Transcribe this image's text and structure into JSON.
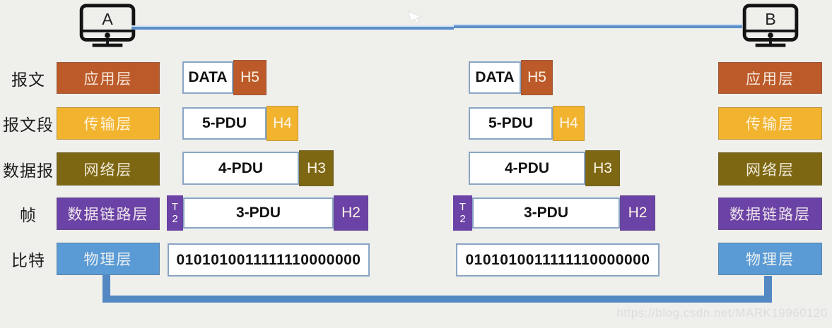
{
  "hosts": {
    "a_label": "A",
    "b_label": "B"
  },
  "row_labels": {
    "message": "报文",
    "segment": "报文段",
    "datagram": "数据报",
    "frame": "帧",
    "bit": "比特"
  },
  "layers": {
    "application": {
      "name": "应用层",
      "color": "#bc5a2a"
    },
    "transport": {
      "name": "传输层",
      "color": "#f2b42f"
    },
    "network": {
      "name": "网络层",
      "color": "#7d6712"
    },
    "datalink": {
      "name": "数据链路层",
      "color": "#6b42a5"
    },
    "physical": {
      "name": "物理层",
      "color": "#5b9bd5"
    }
  },
  "pdus": {
    "application": {
      "payload": "DATA",
      "header": "H5",
      "header_color": "#bc5a2a"
    },
    "transport": {
      "payload": "5-PDU",
      "header": "H4",
      "header_color": "#f2b42f"
    },
    "network": {
      "payload": "4-PDU",
      "header": "H3",
      "header_color": "#7d6712"
    },
    "datalink": {
      "payload": "3-PDU",
      "header": "H2",
      "header_color": "#6b42a5",
      "trailer_line1": "T",
      "trailer_line2": "2",
      "trailer_color": "#6b42a5"
    },
    "physical": {
      "bits": "0101010011111110000000"
    }
  },
  "watermark": "https://blog.csdn.net/MARK19960120",
  "colors": {
    "background": "#efefec",
    "link_line": "#5b8fc8",
    "link_line_highlight": "#cfe0f2",
    "connector": "#5488c2"
  }
}
